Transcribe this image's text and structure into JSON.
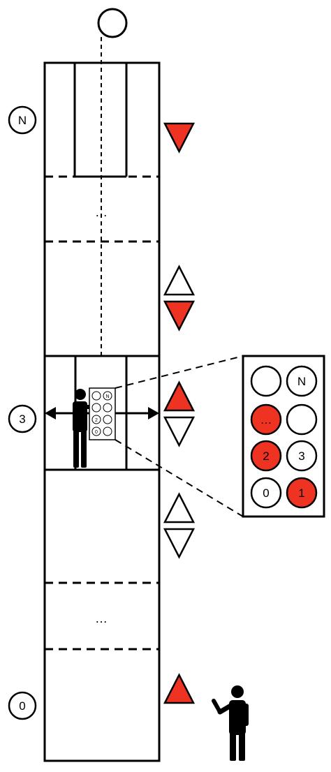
{
  "floor_labels": {
    "top": "N",
    "current": "3",
    "bottom": "0"
  },
  "shaft_ellipses": {
    "upper": "…",
    "lower": "…"
  },
  "panel": {
    "buttons": [
      {
        "label": "",
        "active": false
      },
      {
        "label": "N",
        "active": false
      },
      {
        "label": "…",
        "active": true
      },
      {
        "label": "",
        "active": false
      },
      {
        "label": "2",
        "active": true
      },
      {
        "label": "3",
        "active": false
      },
      {
        "label": "0",
        "active": false
      },
      {
        "label": "1",
        "active": true
      }
    ]
  },
  "hall_calls": {
    "floor_N": {
      "down": true
    },
    "floor_upper_mid": {
      "up": false,
      "down": true
    },
    "floor_3": {
      "up": true,
      "down": false
    },
    "floor_lower_mid": {
      "up": false,
      "down": false
    },
    "floor_0": {
      "up": true
    }
  },
  "colors": {
    "active": "#ee3322",
    "inactive": "#ffffff",
    "stroke": "#000000"
  },
  "icons": {
    "passenger_inside": "person-icon",
    "passenger_waiting": "person-waving-icon",
    "pulley": "pulley-circle-icon"
  }
}
